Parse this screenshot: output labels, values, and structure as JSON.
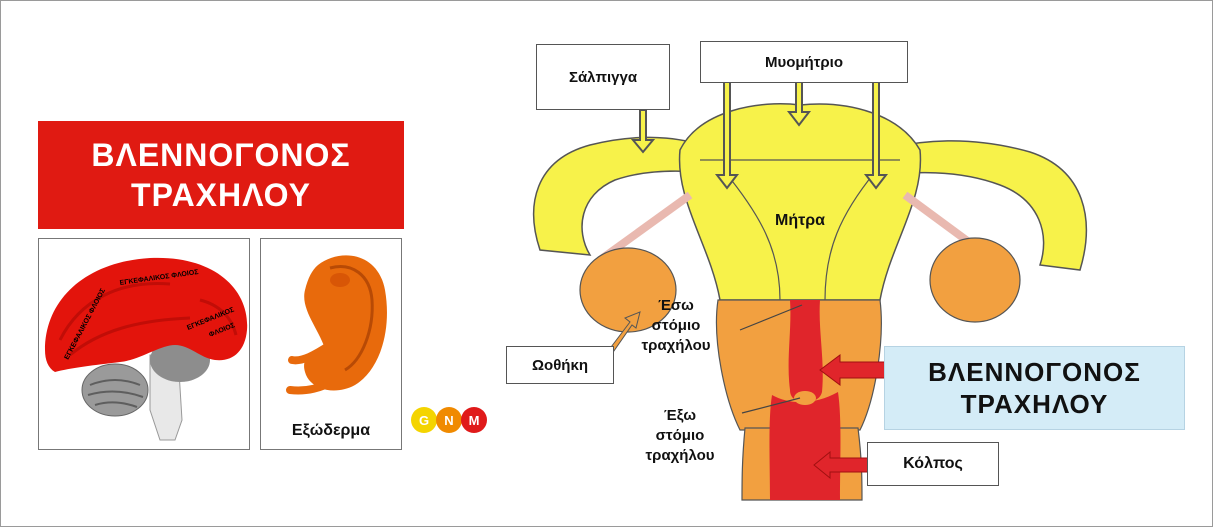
{
  "title": {
    "line1": "ΒΛΕΝΝΟΓΟΝΟΣ",
    "line2": "ΤΡΑΧΗΛΟΥ"
  },
  "brain": {
    "label_top": "ΕΓΚΕΦΑΛΙΚΟΣ ΦΛΟΙΟΣ",
    "label_left": "ΕΓΚΕΦΑΛΙΚΟΣ ΦΛΟΙΟΣ",
    "label_right1": "ΕΓΚΕΦΑΛΙΚΟΣ",
    "label_right2": "ΦΛΟΙΟΣ"
  },
  "embryo": {
    "label": "Εξώδερμα"
  },
  "logo": {
    "letters": [
      "G",
      "N",
      "M"
    ]
  },
  "uterus": {
    "salpinx": "Σάλπιγγα",
    "myometrium": "Μυομήτριο",
    "uterus": "Μήτρα",
    "ovary": "Ωοθήκη",
    "internal_os": [
      "Έσω",
      "στόμιο",
      "τραχήλου"
    ],
    "external_os": [
      "Έξω",
      "στόμιο",
      "τραχήλου"
    ],
    "vagina": "Κόλπος",
    "mucosa": {
      "line1": "ΒΛΕΝΝΟΓΟΝΟΣ",
      "line2": "ΤΡΑΧΗΛΟΥ"
    }
  }
}
